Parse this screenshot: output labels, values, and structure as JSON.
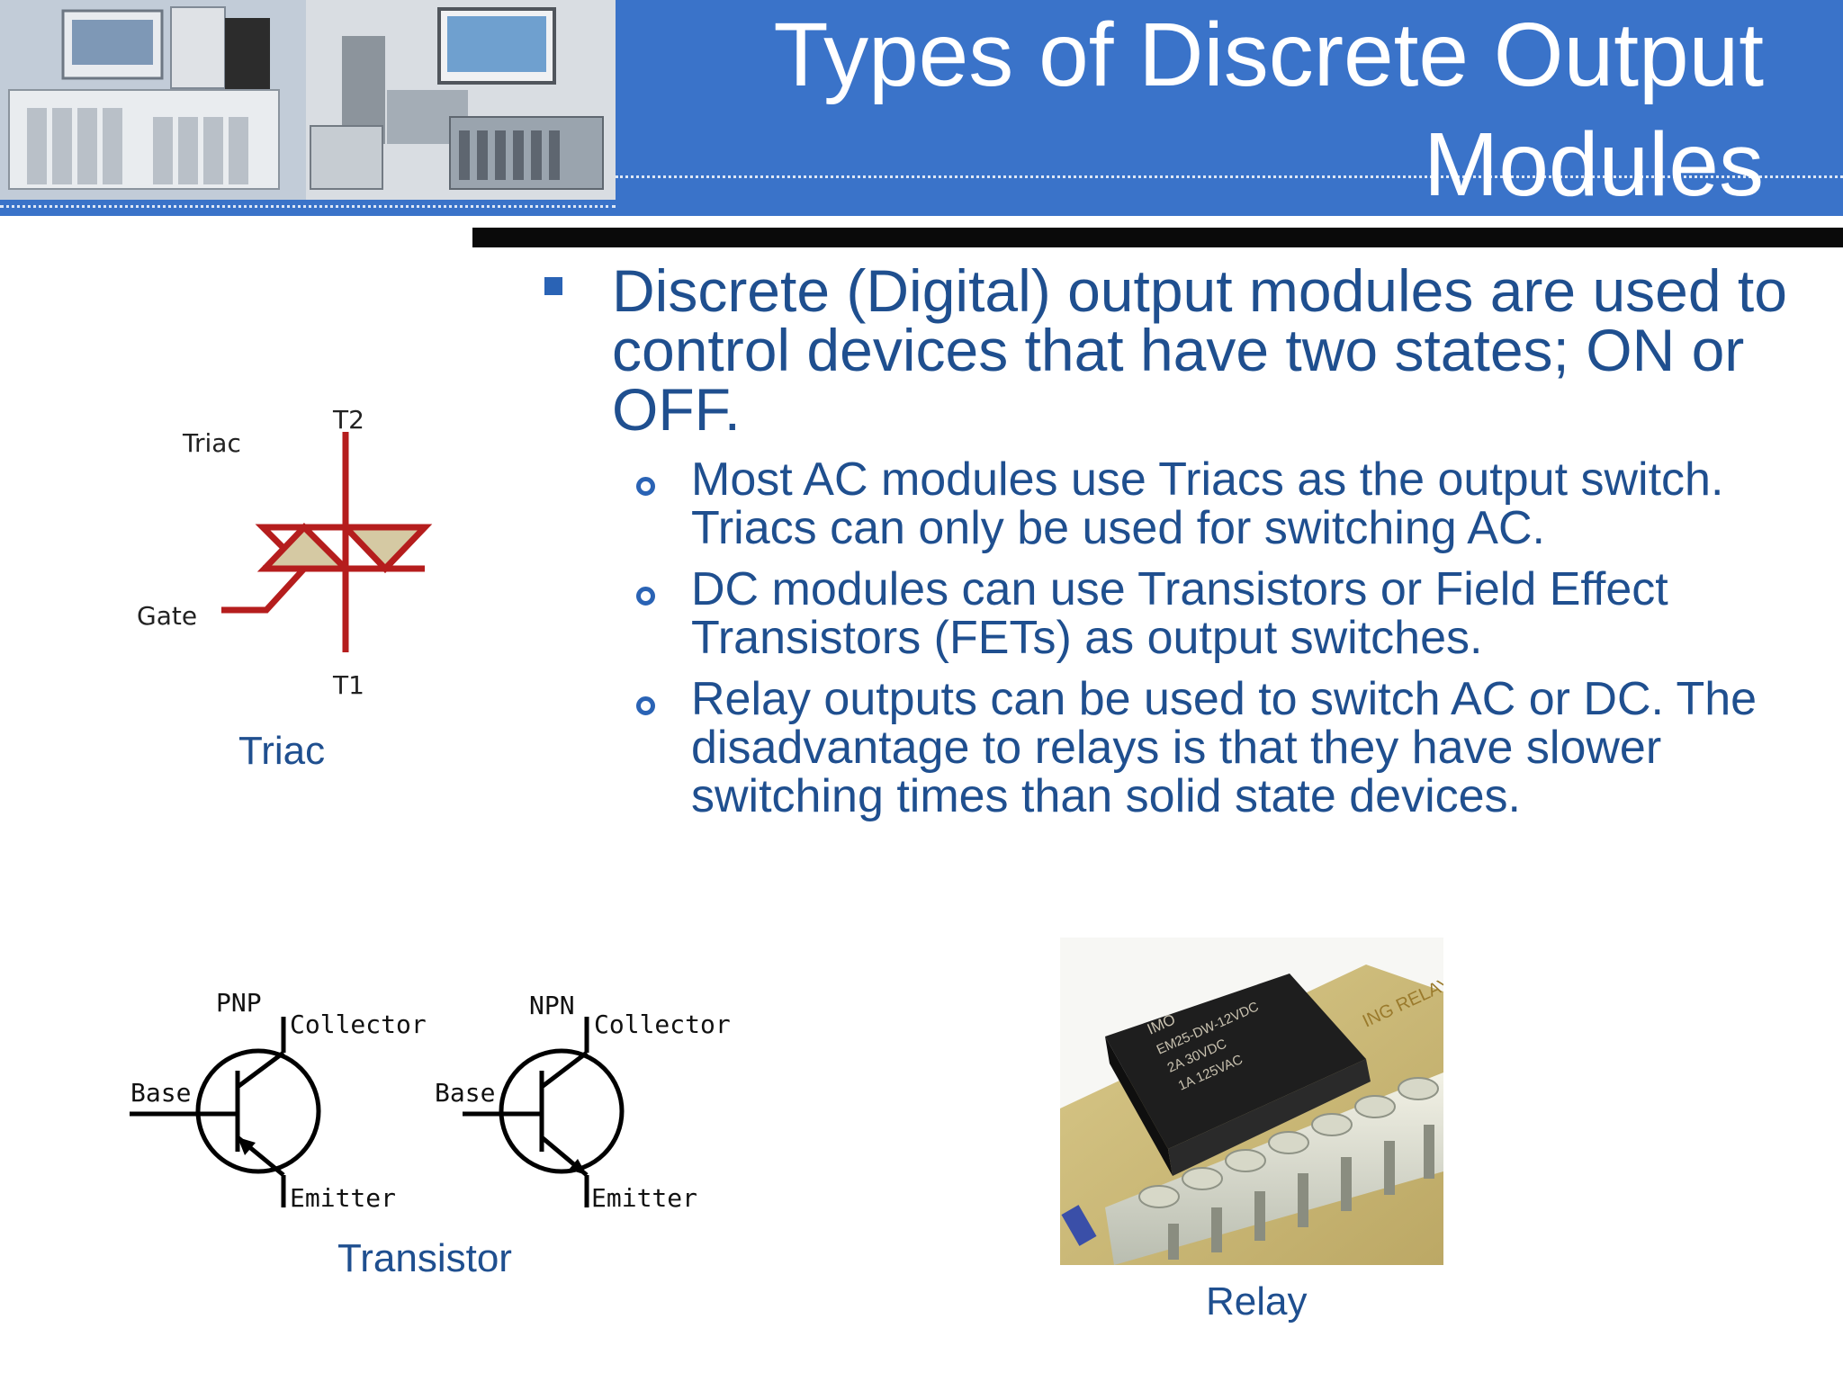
{
  "title": "Types of Discrete Output\nModules",
  "bullets": {
    "main": "Discrete (Digital) output modules are used to control devices that have two states; ON or OFF.",
    "sub": [
      "Most AC modules use Triacs as the output switch. Triacs can only be used for switching AC.",
      "DC modules can use Transistors or Field Effect Transistors (FETs) as output switches.",
      "Relay outputs can be used to switch AC or DC. The disadvantage to relays is that they have slower switching times than solid state devices."
    ]
  },
  "triac_diagram": {
    "label_triac": "Triac",
    "label_t2": "T2",
    "label_gate": "Gate",
    "label_t1": "T1",
    "caption": "Triac"
  },
  "transistor_diagram": {
    "pnp": {
      "type": "PNP",
      "collector": "Collector",
      "base": "Base",
      "emitter": "Emitter"
    },
    "npn": {
      "type": "NPN",
      "collector": "Collector",
      "base": "Base",
      "emitter": "Emitter"
    },
    "caption": "Transistor"
  },
  "relay": {
    "caption": "Relay",
    "print_line1": "IMO",
    "print_line2": "EM25-DW-12VDC",
    "print_line3": "2A 30VDC",
    "print_line4": "1A 125VAC",
    "print_terminal": "ING RELAY"
  },
  "colors": {
    "header": "#3a73c9",
    "text": "#1f4f8f",
    "bullet": "#2a63b5",
    "triac_stroke": "#b51d1d",
    "triac_fill": "#d5c9a3"
  }
}
